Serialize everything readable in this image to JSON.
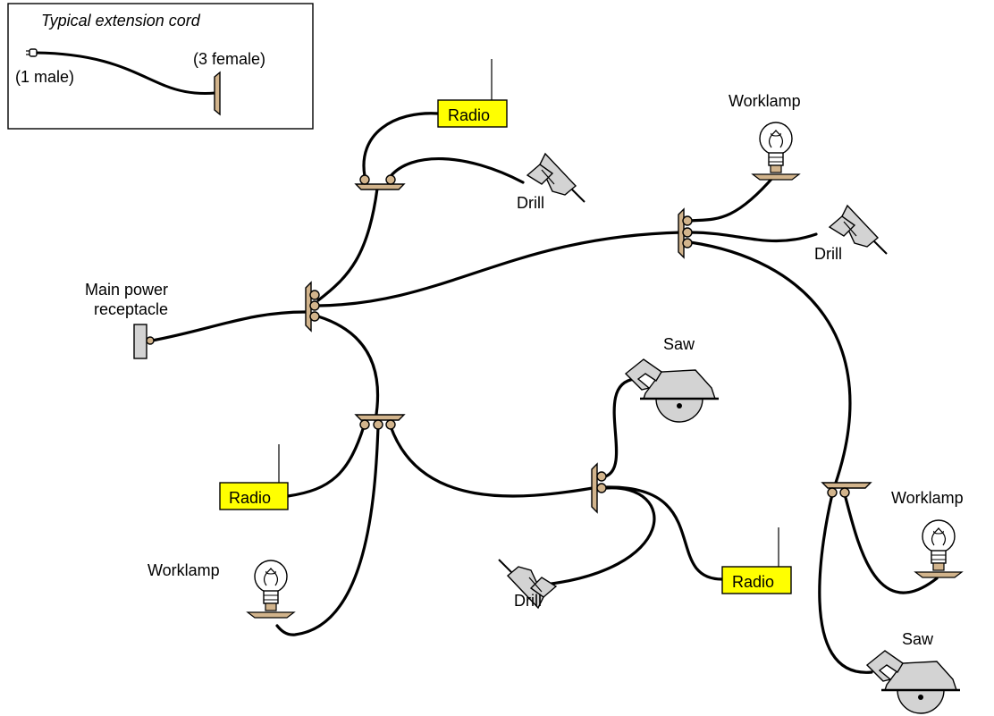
{
  "legend": {
    "title": "Typical extension cord",
    "male_label": "(1 male)",
    "female_label": "(3 female)"
  },
  "receptacle": {
    "label_line1": "Main power",
    "label_line2": "receptacle"
  },
  "devices": {
    "radio_top": "Radio",
    "radio_left": "Radio",
    "radio_bottom": "Radio",
    "drill_top": "Drill",
    "drill_right": "Drill",
    "drill_bottom": "Drill",
    "worklamp_top": "Worklamp",
    "worklamp_left": "Worklamp",
    "worklamp_right": "Worklamp",
    "saw_middle": "Saw",
    "saw_bottom": "Saw"
  },
  "colors": {
    "radio_fill": "#ffff00",
    "connector_fill": "#d2b48c",
    "tool_fill": "#d3d3d3",
    "cord": "#000000"
  }
}
